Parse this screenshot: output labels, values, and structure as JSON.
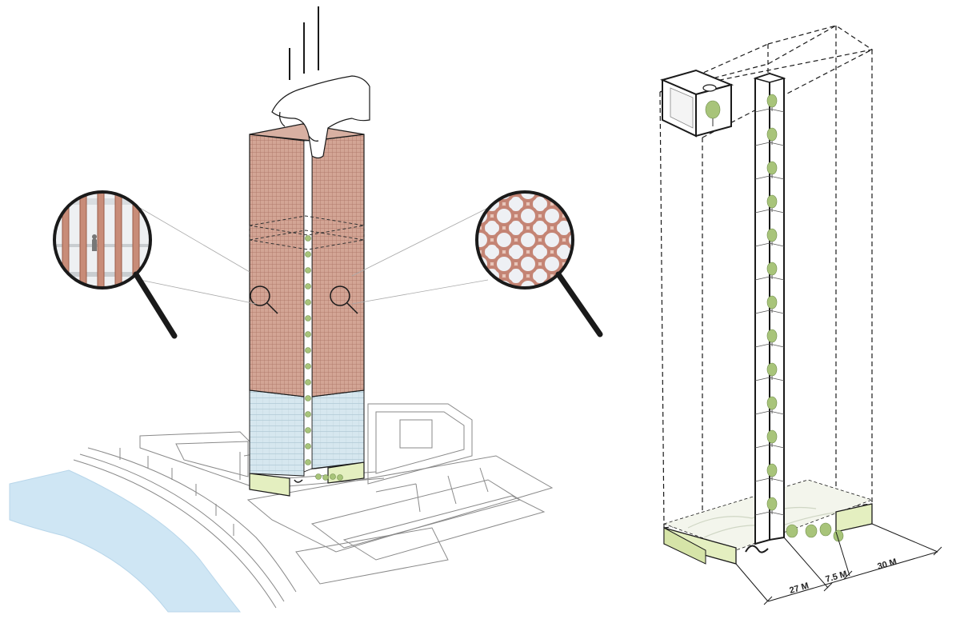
{
  "colors": {
    "facade": "#c99a8a",
    "facade_dark": "#b07a6a",
    "podium_glass": "#cfe2ea",
    "water": "#cfe6f4",
    "planting": "#e4efc0",
    "tree": "#a8c47a",
    "line": "#1a1a1a",
    "site": "#8a8a8a"
  },
  "icons": [
    "hand-icon",
    "magnifier-icon",
    "tree-icon"
  ],
  "dimensions": {
    "left_podium": "27 M",
    "slot": "7.5 M",
    "right_podium": "30 M"
  }
}
